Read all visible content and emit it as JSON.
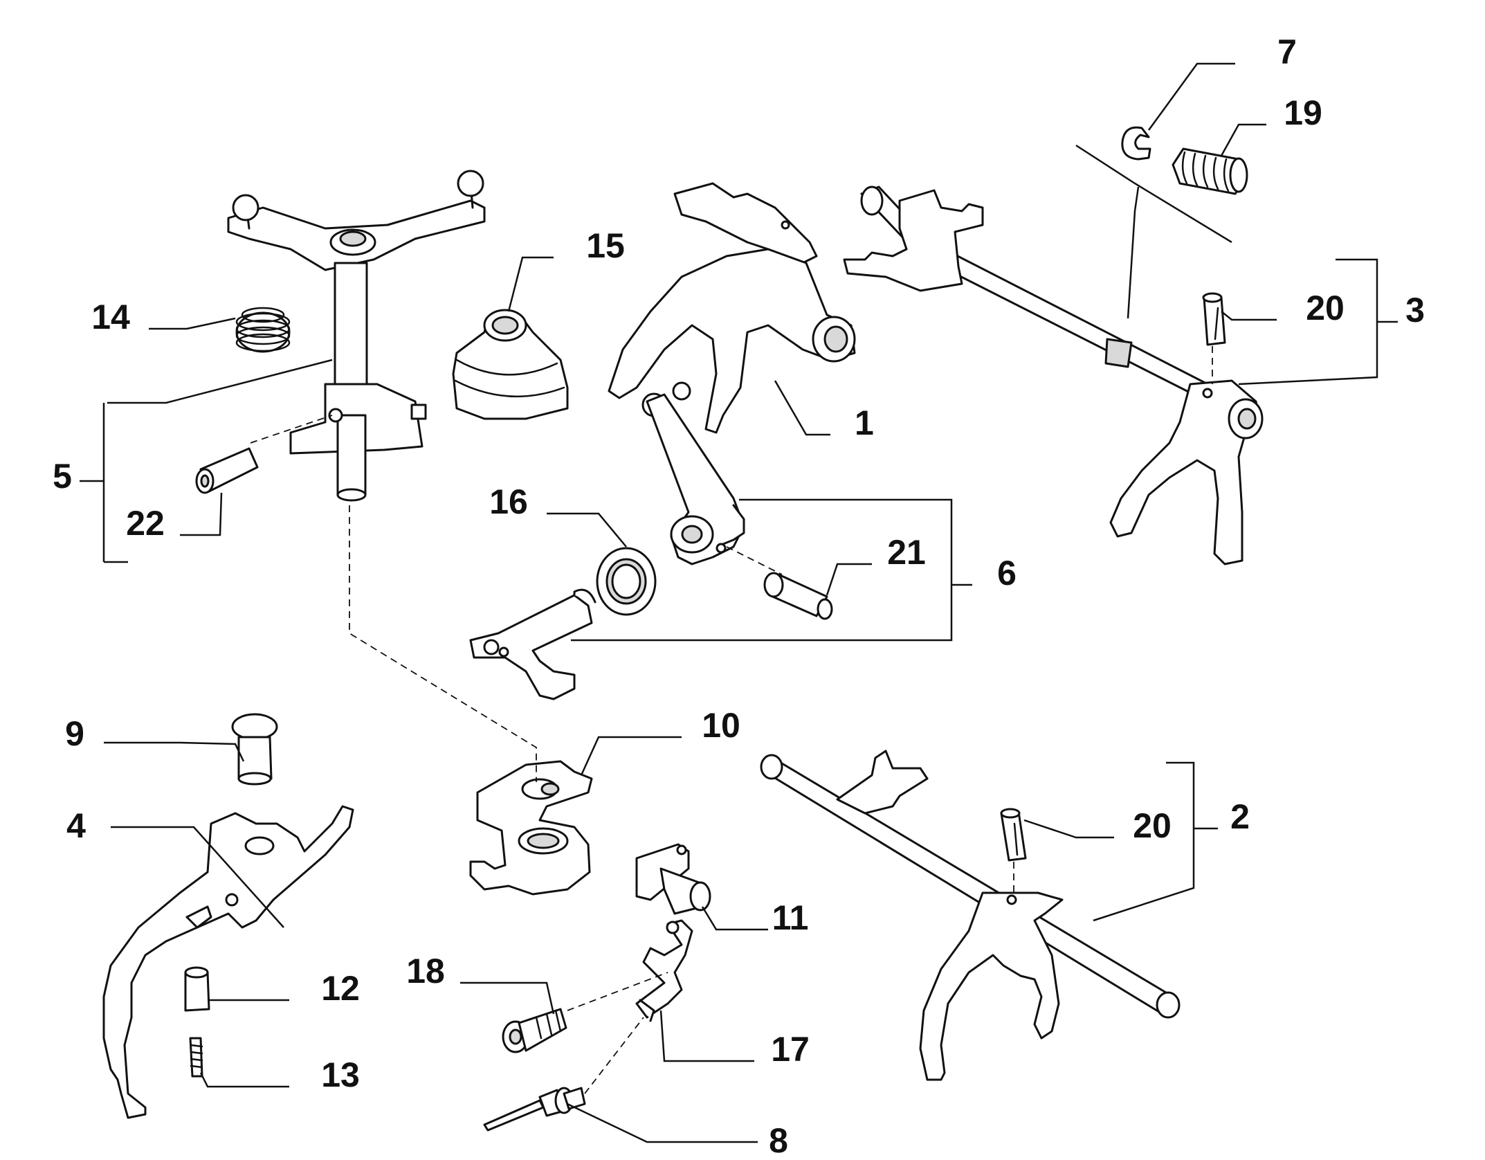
{
  "callouts": {
    "c1": "1",
    "c2": "2",
    "c3": "3",
    "c4": "4",
    "c5": "5",
    "c6": "6",
    "c7": "7",
    "c8": "8",
    "c9": "9",
    "c10": "10",
    "c11": "11",
    "c12": "12",
    "c13": "13",
    "c14": "14",
    "c15": "15",
    "c16": "16",
    "c17": "17",
    "c18": "18",
    "c19": "19",
    "c20a": "20",
    "c20b": "20",
    "c21": "21",
    "c22": "22"
  },
  "colors": {
    "line": "#111111",
    "background": "#ffffff",
    "shade": "#d9d9d9"
  }
}
